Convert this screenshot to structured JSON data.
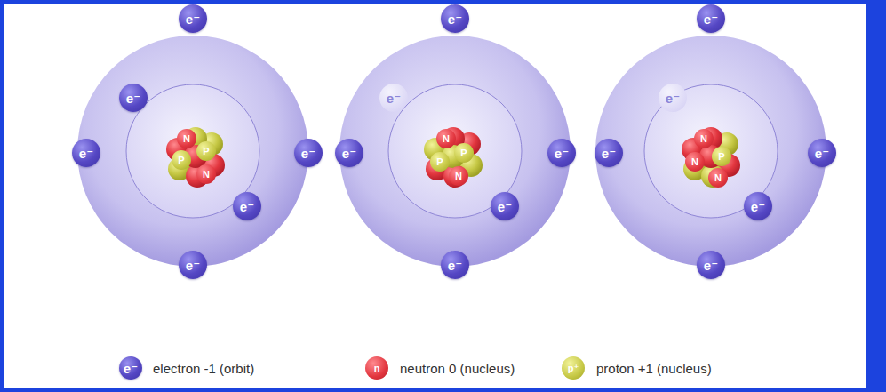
{
  "diagram": {
    "nodes": [
      {
        "text": [
          "e⁻"
        ]
      },
      {
        "text": [
          "e⁻"
        ]
      },
      {
        "text": [
          "e⁻"
        ]
      },
      {
        "text": [
          "e⁻"
        ]
      },
      {
        "text": [
          "e⁻"
        ]
      },
      {
        "text": [
          "e⁻"
        ]
      },
      {
        "text": [
          "N"
        ]
      },
      {
        "text": [
          "P"
        ]
      },
      {
        "text": [
          "P"
        ]
      },
      {
        "text": [
          "N"
        ]
      },
      {
        "text": [
          "e⁻"
        ]
      },
      {
        "text": [
          "e⁻"
        ]
      },
      {
        "text": [
          "e⁻"
        ]
      },
      {
        "text": [
          "e⁻"
        ]
      },
      {
        "text": [
          "e⁻"
        ]
      },
      {
        "text": [
          "e⁻"
        ]
      },
      {
        "text": [
          "N"
        ]
      },
      {
        "text": [
          "P"
        ]
      },
      {
        "text": [
          "P"
        ]
      },
      {
        "text": [
          "N"
        ]
      },
      {
        "text": [
          "e⁻"
        ]
      },
      {
        "text": [
          "e⁻"
        ]
      },
      {
        "text": [
          "e⁻"
        ]
      },
      {
        "text": [
          "e⁻"
        ]
      },
      {
        "text": [
          "e⁻"
        ]
      },
      {
        "text": [
          "e⁻"
        ]
      },
      {
        "text": [
          "N"
        ]
      },
      {
        "text": [
          "N"
        ]
      },
      {
        "text": [
          "P"
        ]
      },
      {
        "text": [
          "N"
        ]
      },
      {
        "text": [
          "e⁻"
        ]
      },
      {
        "text": [
          "n"
        ]
      },
      {
        "text": [
          "p⁺"
        ]
      }
    ],
    "legend": [
      {
        "text": "electron -1 (orbit)"
      },
      {
        "text": "neutron 0 (nucleus)"
      },
      {
        "text": "proton +1 (nucleus)"
      }
    ]
  }
}
